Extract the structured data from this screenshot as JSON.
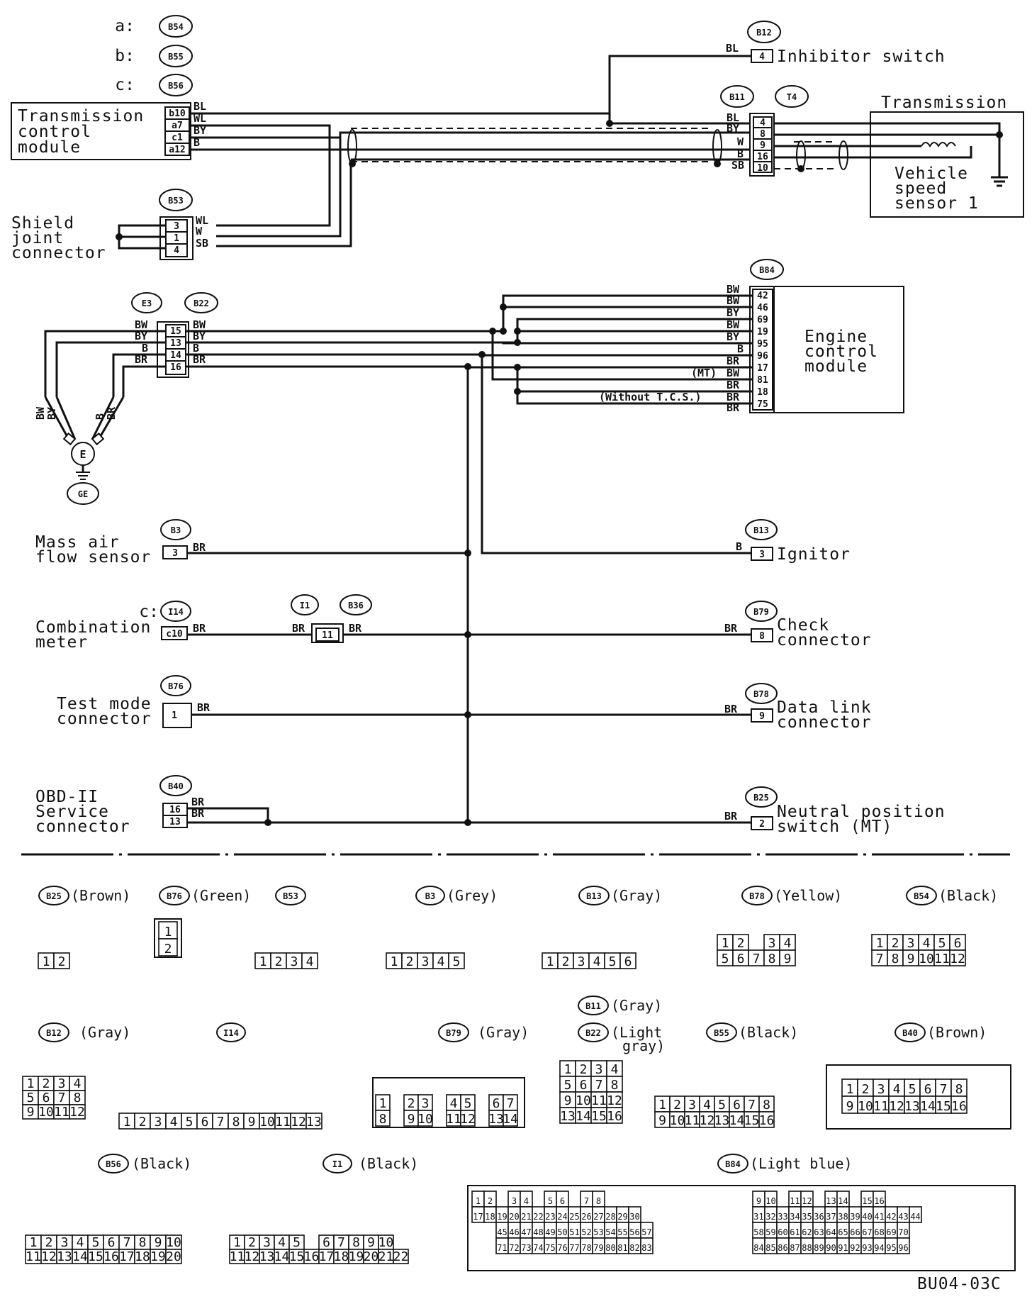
{
  "colors": {
    "line": "#111111",
    "background": "#ffffff"
  },
  "top": {
    "tcm_variants": [
      {
        "letter": "a:",
        "id": "B54"
      },
      {
        "letter": "b:",
        "id": "B55"
      },
      {
        "letter": "c:",
        "id": "B56"
      }
    ],
    "tcm_label": [
      "Transmission",
      "control",
      "module"
    ],
    "tcm_pins": [
      "b10",
      "a7",
      "c1",
      "a12"
    ],
    "tcm_wires": [
      "BL",
      "WL",
      "BY",
      "B"
    ],
    "b12": "B12",
    "inhibitor_wire": "BL",
    "inhibitor_pin": "4",
    "inhibitor_label": "Inhibitor switch",
    "b11": "B11",
    "t4": "T4",
    "b11_wires": [
      "BL",
      "BY",
      "W",
      "B",
      "SB"
    ],
    "b11_pins": [
      "4",
      "8",
      "9",
      "16",
      "10"
    ],
    "transmission_label": "Transmission",
    "vss_label": [
      "Vehicle",
      "speed",
      "sensor 1"
    ],
    "b53": "B53",
    "shield_label": [
      "Shield",
      "joint",
      "connector"
    ],
    "b53_pins": [
      "3",
      "1",
      "4"
    ],
    "b53_wires": [
      "WL",
      "W",
      "SB"
    ]
  },
  "mid": {
    "e3": "E3",
    "b22": "B22",
    "b22_left_wires": [
      "BW",
      "BY",
      "B",
      "BR"
    ],
    "b22_pins": [
      "15",
      "13",
      "14",
      "16"
    ],
    "b22_right_wires": [
      "BW",
      "BY",
      "B",
      "BR"
    ],
    "ground_wires_left": [
      "BW",
      "BY"
    ],
    "ground_wires_right": [
      "B",
      "BR"
    ],
    "ground_symbol": "E",
    "ground_id": "GE",
    "b84": "B84",
    "ecm_wires": [
      "BW",
      "BW",
      "BY",
      "BW",
      "BY",
      "B",
      "BR",
      "BW",
      "BR",
      "BR",
      "BR"
    ],
    "ecm_pins": [
      "42",
      "46",
      "69",
      "19",
      "95",
      "96",
      "17",
      "81",
      "18",
      "75"
    ],
    "ecm_wire_list": [
      "BW",
      "BW",
      "BY",
      "BW",
      "BY",
      "B",
      "BR",
      "BW",
      "BR",
      "BR",
      "BR"
    ],
    "ecm_note_mt": "(MT)",
    "ecm_note_tcs": "(Without T.C.S.)",
    "ecm_label": [
      "Engine",
      "control",
      "module"
    ]
  },
  "lower": {
    "b3": "B3",
    "maf_label": [
      "Mass air",
      "flow sensor"
    ],
    "maf_pin": "3",
    "maf_wire": "BR",
    "b13": "B13",
    "ignitor_wire": "B",
    "ignitor_pin": "3",
    "ignitor_label": "Ignitor",
    "combo_prefix": "c:",
    "i14": "I14",
    "combo_label": [
      "Combination",
      "meter"
    ],
    "combo_pin": "c10",
    "combo_wire": "BR",
    "i1": "I1",
    "b36": "B36",
    "i1_wire_l": "BR",
    "i1_pin": "11",
    "i1_wire_r": "BR",
    "b79": "B79",
    "check_wire": "BR",
    "check_pin": "8",
    "check_label": [
      "Check",
      "connector"
    ],
    "b76": "B76",
    "test_label": [
      "Test mode",
      "connector"
    ],
    "test_pin": "1",
    "test_wire": "BR",
    "b78": "B78",
    "dlc_wire": "BR",
    "dlc_pin": "9",
    "dlc_label": [
      "Data link",
      "connector"
    ],
    "b40": "B40",
    "obd_label": [
      "OBD-II",
      "Service",
      "connector"
    ],
    "obd_pins": [
      "16",
      "13"
    ],
    "obd_wires": [
      "BR",
      "BR"
    ],
    "b25": "B25",
    "neutral_wire": "BR",
    "neutral_pin": "2",
    "neutral_label": [
      "Neutral position",
      "switch (MT)"
    ]
  },
  "faces": {
    "b25": {
      "id": "B25",
      "color": "(Brown)"
    },
    "b76": {
      "id": "B76",
      "color": "(Green)"
    },
    "b53": {
      "id": "B53",
      "color": ""
    },
    "b3": {
      "id": "B3",
      "color": "(Grey)"
    },
    "b13": {
      "id": "B13",
      "color": "(Gray)"
    },
    "b78": {
      "id": "B78",
      "color": "(Yellow)"
    },
    "b54": {
      "id": "B54",
      "color": "(Black)"
    },
    "b11": {
      "id": "B11",
      "color": "(Gray)"
    },
    "b12": {
      "id": "B12",
      "color": "(Gray)"
    },
    "i14": {
      "id": "I14",
      "color": ""
    },
    "b79": {
      "id": "B79",
      "color": "(Gray)"
    },
    "b22": {
      "id": "B22",
      "color": "(Light",
      "color2": "gray)"
    },
    "b55": {
      "id": "B55",
      "color": "(Black)"
    },
    "b40": {
      "id": "B40",
      "color": "(Brown)"
    },
    "b56": {
      "id": "B56",
      "color": "(Black)"
    },
    "i1": {
      "id": "I1",
      "color": "(Black)"
    },
    "b84": {
      "id": "B84",
      "color": "(Light blue)"
    }
  },
  "code": "BU04-03C"
}
